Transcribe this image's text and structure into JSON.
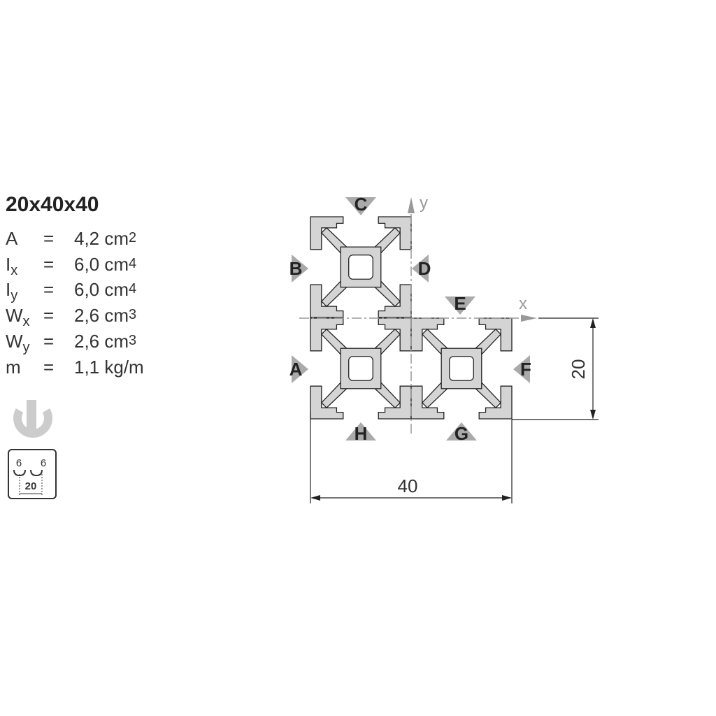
{
  "profile": {
    "title": "20x40x40",
    "properties": [
      {
        "symbol": "A",
        "sub": "",
        "eq": "=",
        "value": "4,2 cm",
        "exp": "2"
      },
      {
        "symbol": "I",
        "sub": "x",
        "eq": "=",
        "value": "6,0 cm",
        "exp": "4"
      },
      {
        "symbol": "I",
        "sub": "y",
        "eq": "=",
        "value": "6,0 cm",
        "exp": "4"
      },
      {
        "symbol": "W",
        "sub": "x",
        "eq": "=",
        "value": "2,6 cm",
        "exp": "3"
      },
      {
        "symbol": "W",
        "sub": "y",
        "eq": "=",
        "value": "2,6 cm",
        "exp": "3"
      },
      {
        "symbol": "m",
        "sub": "",
        "eq": "=",
        "value": "1,1 kg/m",
        "exp": ""
      }
    ]
  },
  "slot_icon": {
    "left": "6",
    "right": "6",
    "spacing": "20"
  },
  "drawing": {
    "axis_x": "x",
    "axis_y": "y",
    "width_dim": "40",
    "height_dim": "20",
    "slots": [
      "A",
      "B",
      "C",
      "D",
      "E",
      "F",
      "G",
      "H"
    ]
  }
}
